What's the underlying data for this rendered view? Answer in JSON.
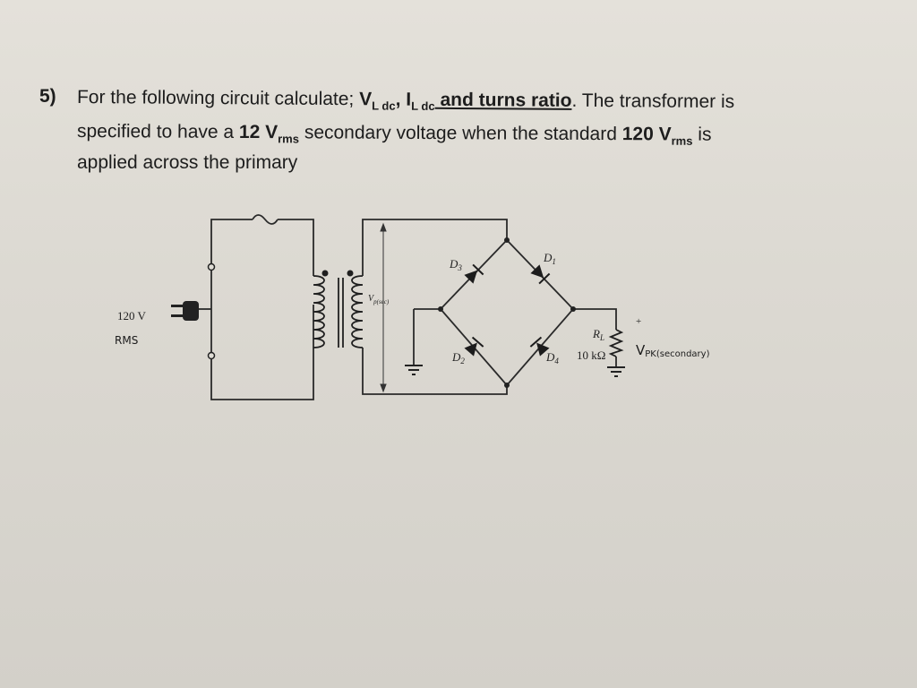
{
  "question": {
    "number": "5)",
    "line1": {
      "pre": "For the following circuit calculate; ",
      "v": "V",
      "v_sub": "L dc",
      "sep": ", ",
      "i": "I",
      "i_sub": "L dc",
      "post_bold": " and turns ratio",
      "post": ". The transformer is"
    },
    "line2": {
      "pre": "specified to have a ",
      "v12": "12 V",
      "v12_sub": "rms",
      "mid": " secondary voltage when the standard ",
      "v120": "120 V",
      "v120_sub": "rms",
      "post": " is"
    },
    "line3": "applied across the primary"
  },
  "circuit": {
    "source_label": "120 V",
    "handwritten_source": "RMS",
    "secondary_label": "V",
    "secondary_sub": "p(sec)",
    "diodes": {
      "d1": "D",
      "d1_sub": "1",
      "d2": "D",
      "d2_sub": "2",
      "d3": "D",
      "d3_sub": "3",
      "d4": "D",
      "d4_sub": "4"
    },
    "load_name": "R",
    "load_sub": "L",
    "load_value": "10 kΩ",
    "load_plus": "+",
    "load_minus": "−",
    "handwritten_vout": "V",
    "handwritten_vout_sub": "PK(secondary)"
  }
}
